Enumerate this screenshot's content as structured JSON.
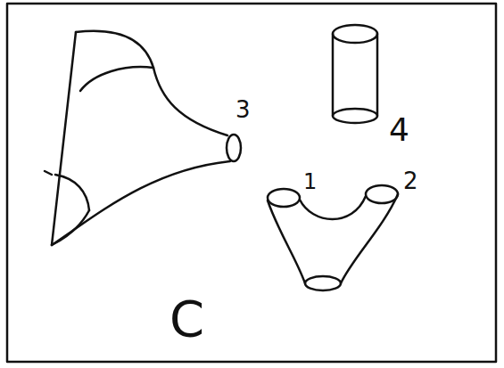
{
  "diagram": {
    "labels": [
      "3",
      "4",
      "1",
      "2",
      "C"
    ]
  }
}
